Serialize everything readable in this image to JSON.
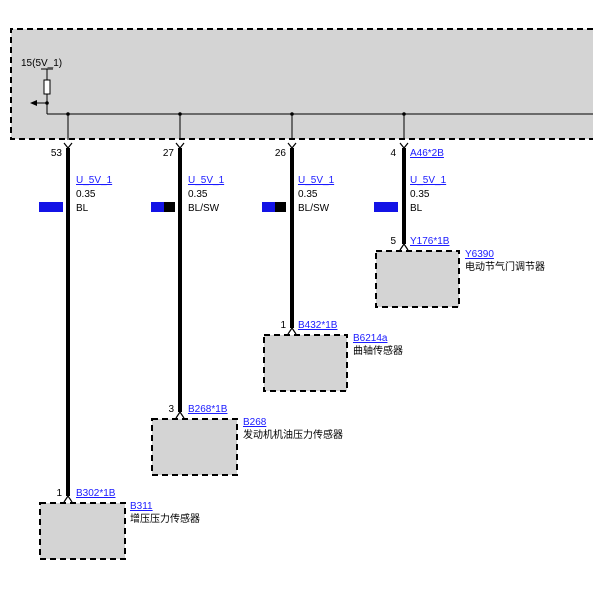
{
  "colors": {
    "box_fill": "#d4d4d4",
    "wire_blue": "#1313e6",
    "wire_black": "#000000",
    "link": "#1a1aff"
  },
  "module": {
    "supply_label": "15(5V_1)"
  },
  "wires": [
    {
      "pin": "53",
      "signal": "U_5V_1",
      "size": "0.35",
      "color_code": "BL",
      "end_pin": "1",
      "connector": "B302*1B",
      "component_id": "B311",
      "component_name": "增压压力传感器"
    },
    {
      "pin": "27",
      "signal": "U_5V_1",
      "size": "0.35",
      "color_code": "BL/SW",
      "end_pin": "3",
      "connector": "B268*1B",
      "component_id": "B268",
      "component_name": "发动机机油压力传感器"
    },
    {
      "pin": "26",
      "signal": "U_5V_1",
      "size": "0.35",
      "color_code": "BL/SW",
      "end_pin": "1",
      "connector": "B432*1B",
      "component_id": "B6214a",
      "component_name": "曲轴传感器"
    },
    {
      "pin": "4",
      "pin_connector": "A46*2B",
      "signal": "U_5V_1",
      "size": "0.35",
      "color_code": "BL",
      "end_pin": "5",
      "connector": "Y176*1B",
      "component_id": "Y6390",
      "component_name": "电动节气门调节器"
    }
  ]
}
